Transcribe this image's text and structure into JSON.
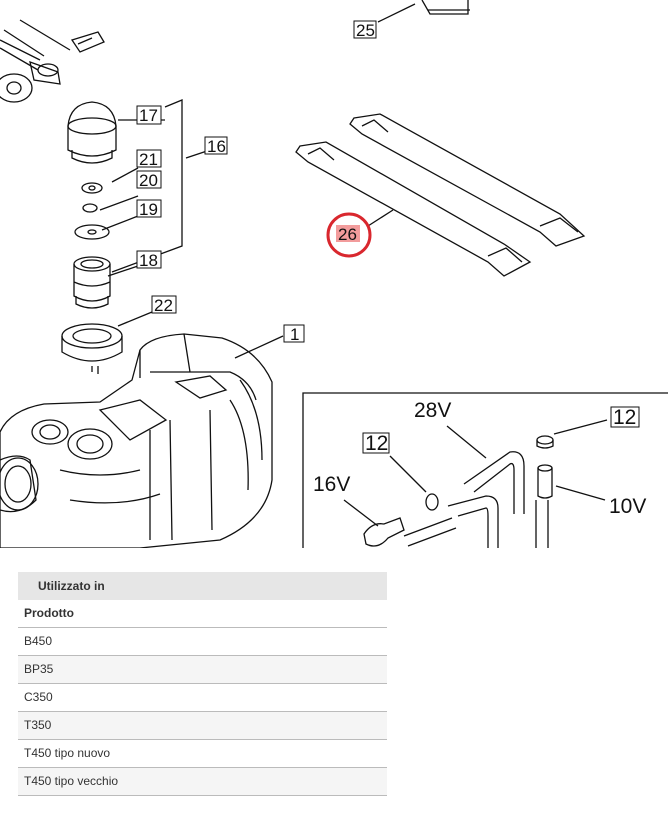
{
  "diagram": {
    "part_numbers": [
      "25",
      "17",
      "16",
      "21",
      "20",
      "19",
      "18",
      "22",
      "1",
      "26"
    ],
    "detail_labels": [
      "28V",
      "12",
      "12",
      "16V",
      "10V"
    ],
    "highlight_color": "#d9272e"
  },
  "used_in": {
    "header": "Utilizzato in",
    "column_label": "Prodotto",
    "products": [
      "B450",
      "BP35",
      "C350",
      "T350",
      "T450 tipo nuovo",
      "T450 tipo vecchio"
    ]
  }
}
